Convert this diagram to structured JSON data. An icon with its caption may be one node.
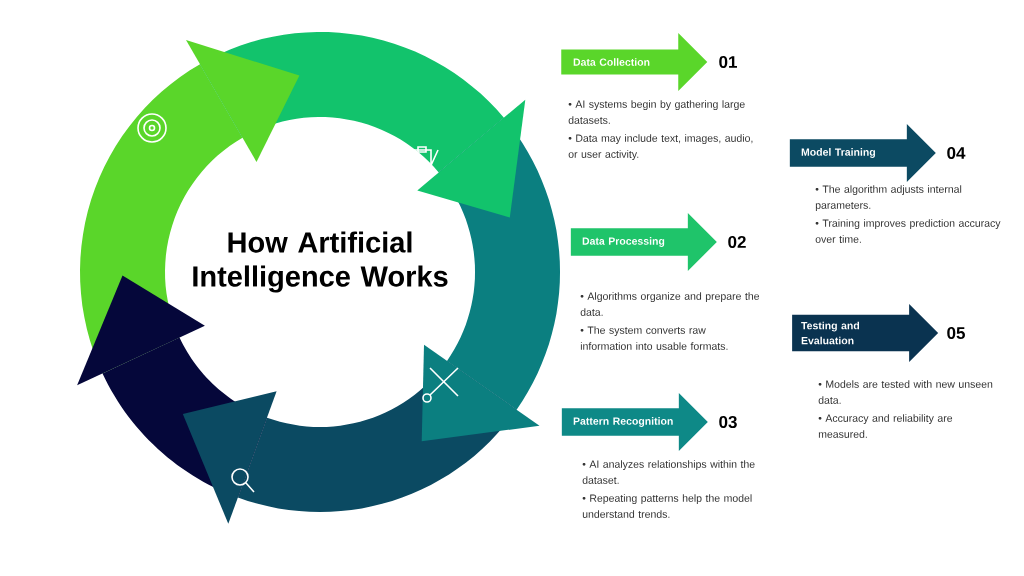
{
  "diagram": {
    "title": "How Artificial Intelligence Works",
    "nodes": [
      {
        "text": [
          "Data Collection"
        ],
        "beside": [
          "01",
          "• AI systems begin by gathering large datasets.",
          "• Data may include text, images, audio, or user activity."
        ]
      },
      {
        "text": [
          "Data Processing"
        ],
        "beside": [
          "02",
          "• Algorithms organize and prepare the data.",
          "• The system converts raw information into usable formats."
        ]
      },
      {
        "text": [
          "Pattern Recognition"
        ],
        "beside": [
          "03",
          "• AI analyzes relationships within the dataset.",
          "• Repeating patterns help the model understand trends."
        ]
      },
      {
        "text": [
          "Model Training"
        ],
        "beside": [
          "04",
          "• The algorithm adjusts internal parameters.",
          "• Training improves prediction accuracy over time."
        ]
      },
      {
        "text": [
          "Testing and Evaluation"
        ],
        "beside": [
          "05",
          "• Models are tested with new unseen data.",
          "• Accuracy and reliability are measured."
        ]
      }
    ]
  }
}
